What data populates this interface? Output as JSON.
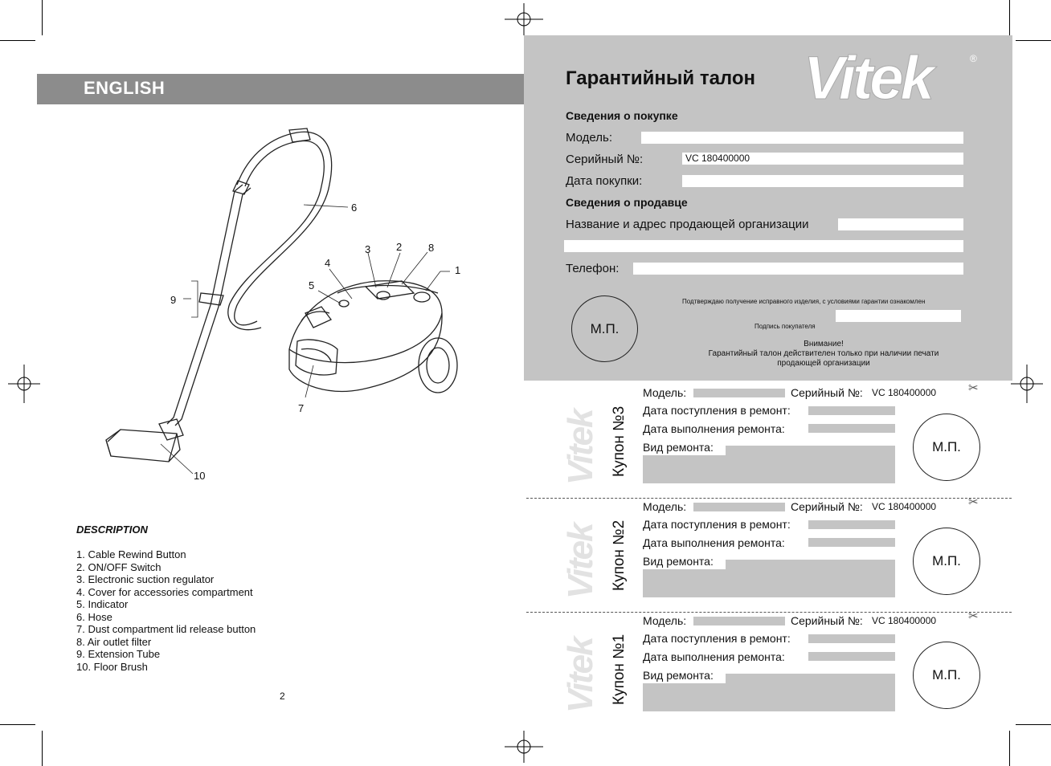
{
  "left_page": {
    "section_label": "ENGLISH",
    "callouts": [
      "1",
      "2",
      "3",
      "4",
      "5",
      "6",
      "7",
      "8",
      "9",
      "10"
    ],
    "description_heading": "DESCRIPTION",
    "description_items": [
      "1.  Cable Rewind Button",
      "2.  ON/OFF Switch",
      "3.  Electronic suction regulator",
      "4.  Cover for accessories compartment",
      "5.  Indicator",
      "6.  Hose",
      "7.  Dust compartment lid release button",
      "8.  Air outlet filter",
      "9.  Extension Tube",
      "10. Floor Brush"
    ],
    "page_number": "2"
  },
  "warranty": {
    "title": "Гарантийный талон",
    "logo": "Vitek",
    "logo_mark": "®",
    "purchase_heading": "Сведения о покупке",
    "model_label": "Модель:",
    "serial_label": "Серийный №:",
    "serial_value": "VC 180400000",
    "purchase_date_label": "Дата покупки:",
    "seller_heading": "Сведения о продавце",
    "seller_name_label": "Название и адрес продающей организации",
    "phone_label": "Телефон:",
    "stamp": "М.П.",
    "confirm_text": "Подтверждаю получение исправного изделия, с условиями гарантии ознакомлен",
    "signature_label": "Подпись покупателя",
    "notice_title": "Внимание!",
    "notice_line1": "Гарантийный талон действителен только при наличии печати",
    "notice_line2": "продающей организации"
  },
  "coupons": [
    {
      "title": "Купон №3",
      "model_label": "Модель:",
      "serial_label": "Серийный №:",
      "serial_value": "VC 180400000",
      "received_label": "Дата поступления в ремонт:",
      "done_label": "Дата выполнения ремонта:",
      "type_label": "Вид ремонта:",
      "stamp": "М.П.",
      "watermark": "Vitek"
    },
    {
      "title": "Купон №2",
      "model_label": "Модель:",
      "serial_label": "Серийный №:",
      "serial_value": "VC 180400000",
      "received_label": "Дата поступления в ремонт:",
      "done_label": "Дата выполнения ремонта:",
      "type_label": "Вид ремонта:",
      "stamp": "М.П.",
      "watermark": "Vitek"
    },
    {
      "title": "Купон №1",
      "model_label": "Модель:",
      "serial_label": "Серийный №:",
      "serial_value": "VC 180400000",
      "received_label": "Дата поступления в ремонт:",
      "done_label": "Дата выполнения ремонта:",
      "type_label": "Вид ремонта:",
      "stamp": "М.П.",
      "watermark": "Vitek"
    }
  ],
  "icons": {
    "scissors": "scissors-icon",
    "registration": "registration-mark-icon"
  }
}
